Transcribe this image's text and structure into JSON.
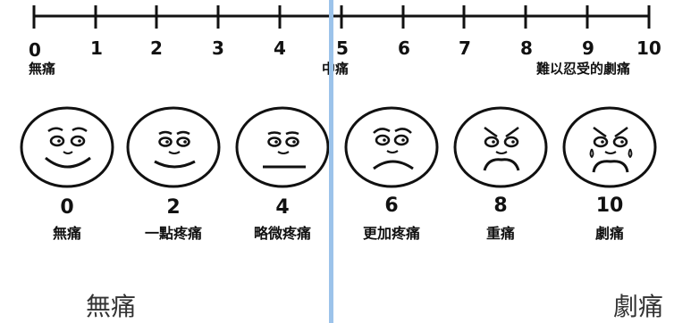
{
  "scale": {
    "ticks": [
      "0",
      "1",
      "2",
      "3",
      "4",
      "5",
      "6",
      "7",
      "8",
      "9",
      "10"
    ],
    "left_label": "無痛",
    "middle_label": "中痛",
    "right_label": "難以忍受的劇痛"
  },
  "faces": [
    {
      "value": "0",
      "label": "無痛",
      "expression": "very-happy-face-icon"
    },
    {
      "value": "2",
      "label": "一點疼痛",
      "expression": "happy-face-icon"
    },
    {
      "value": "4",
      "label": "略微疼痛",
      "expression": "neutral-face-icon"
    },
    {
      "value": "6",
      "label": "更加疼痛",
      "expression": "sad-face-icon"
    },
    {
      "value": "8",
      "label": "重痛",
      "expression": "very-sad-face-icon"
    },
    {
      "value": "10",
      "label": "劇痛",
      "expression": "crying-face-icon"
    }
  ],
  "bottom": {
    "left": "無痛",
    "right": "劇痛"
  },
  "colors": {
    "line": "#111111",
    "divider": "#9cc3ea"
  }
}
